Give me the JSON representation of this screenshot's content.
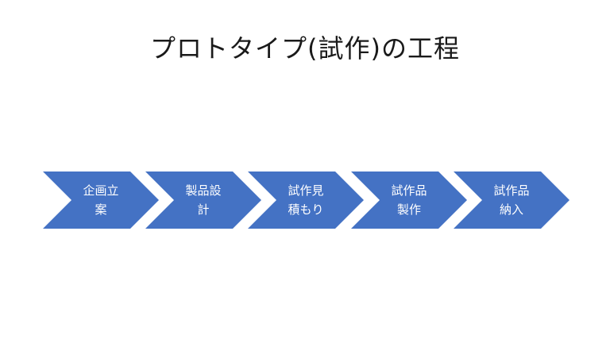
{
  "title": "プロトタイプ(試作)の工程",
  "colors": {
    "chevron_fill": "#4472C4",
    "label_text": "#FFFFFF",
    "title_text": "#1A1A1A"
  },
  "steps": [
    {
      "line1": "企画立",
      "line2": "案"
    },
    {
      "line1": "製品設",
      "line2": "計"
    },
    {
      "line1": "試作見",
      "line2": "積もり"
    },
    {
      "line1": "試作品",
      "line2": "製作"
    },
    {
      "line1": "試作品",
      "line2": "納入"
    }
  ]
}
